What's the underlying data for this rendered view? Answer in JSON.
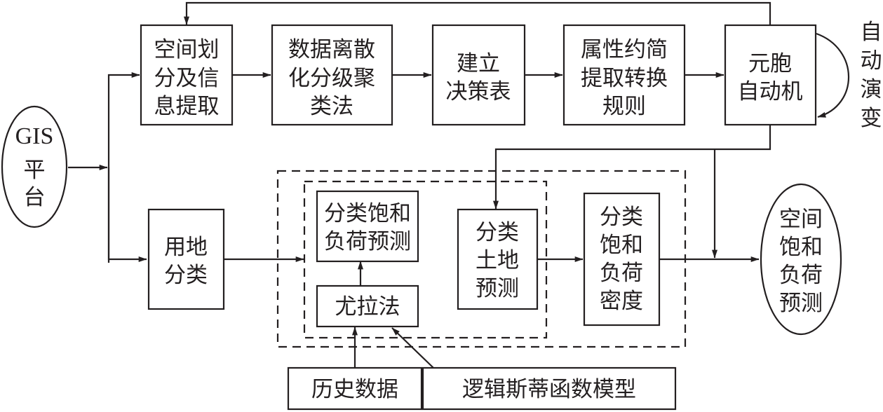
{
  "diagram": {
    "nodes": {
      "gis": {
        "lines": [
          "GIS",
          "平",
          "台"
        ]
      },
      "spatial_partition": {
        "lines": [
          "空间划",
          "分及信",
          "息提取"
        ]
      },
      "discretization": {
        "lines": [
          "数据离散",
          "化分级聚",
          "类法"
        ]
      },
      "decision_table": {
        "lines": [
          "建立",
          "决策表"
        ]
      },
      "attribute_reduction": {
        "lines": [
          "属性约简",
          "提取转换",
          "规则"
        ]
      },
      "cellular_automaton": {
        "lines": [
          "元胞",
          "自动机"
        ]
      },
      "self_evolution": {
        "lines": [
          "自",
          "动",
          "演",
          "变"
        ]
      },
      "land_classification": {
        "lines": [
          "用地",
          "分类"
        ]
      },
      "classified_saturation_forecast": {
        "lines": [
          "分类饱和",
          "负荷预测"
        ]
      },
      "euler_method": {
        "lines": [
          "尤拉法"
        ]
      },
      "classified_land_forecast": {
        "lines": [
          "分类",
          "土地",
          "预测"
        ]
      },
      "classified_load_density": {
        "lines": [
          "分类",
          "饱和",
          "负荷",
          "密度"
        ]
      },
      "spatial_saturation_forecast": {
        "lines": [
          "空间",
          "饱和",
          "负荷",
          "预测"
        ]
      },
      "historical_data": {
        "lines": [
          "历史数据"
        ]
      },
      "logistic_model": {
        "lines": [
          "逻辑斯蒂函数模型"
        ]
      }
    },
    "edges": [
      {
        "from": "gis",
        "to": "spatial_partition"
      },
      {
        "from": "gis",
        "to": "land_classification"
      },
      {
        "from": "spatial_partition",
        "to": "discretization"
      },
      {
        "from": "discretization",
        "to": "decision_table"
      },
      {
        "from": "decision_table",
        "to": "attribute_reduction"
      },
      {
        "from": "attribute_reduction",
        "to": "cellular_automaton"
      },
      {
        "from": "cellular_automaton",
        "to": "spatial_partition"
      },
      {
        "from": "cellular_automaton",
        "to": "cellular_automaton",
        "label": "self_evolution"
      },
      {
        "from": "cellular_automaton",
        "to": "classified_land_forecast"
      },
      {
        "from": "cellular_automaton",
        "to": "spatial_saturation_forecast"
      },
      {
        "from": "land_classification",
        "to": "inner_group"
      },
      {
        "from": "euler_method",
        "to": "classified_saturation_forecast"
      },
      {
        "from": "historical_data",
        "to": "euler_method"
      },
      {
        "from": "logistic_model",
        "to": "euler_method"
      },
      {
        "from": "classified_land_forecast",
        "to": "classified_load_density"
      },
      {
        "from": "classified_load_density",
        "to": "spatial_saturation_forecast"
      }
    ]
  }
}
